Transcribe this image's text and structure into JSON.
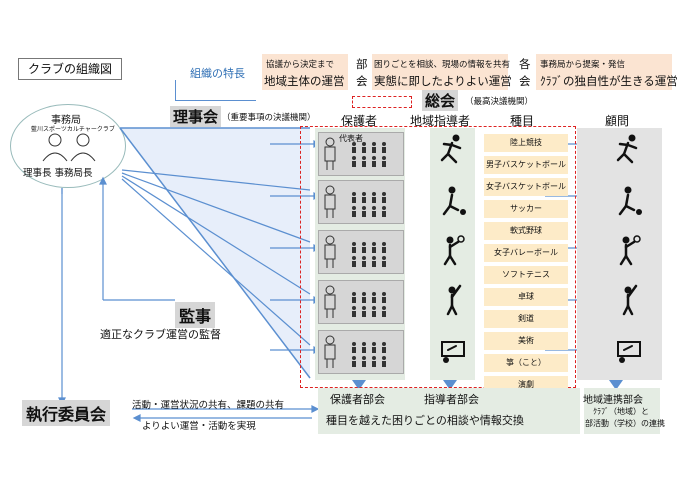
{
  "title": "クラブの組織図",
  "feature_label": "組織の特長",
  "features": [
    {
      "line1": "協議から決定まで",
      "line2": "地域主体の運営"
    },
    {
      "tag_top": "部",
      "tag_bottom": "会",
      "line1": "困りごとを相談、現場の情報を共有",
      "line2": "実態に即したよりよい運営"
    },
    {
      "tag_top": "各",
      "tag_bottom": "会",
      "line1": "事務局から提案・発信",
      "line2": "ｸﾗﾌﾞの独自性が生きる運営"
    }
  ],
  "office": {
    "title": "事務局",
    "subtitle": "藍川スポーツカルチャークラブ",
    "people": "理事長 事務局長"
  },
  "general_assembly": {
    "name": "総会",
    "note": "（最高決議機関）"
  },
  "board": {
    "name": "理事会",
    "note": "（重要事項の決議機関）"
  },
  "columns": {
    "guardians": "保護者",
    "coaches": "地域指導者",
    "events": "種目",
    "advisors": "顧問"
  },
  "representative_label": "代表者",
  "sports": [
    "陸上競技",
    "男子バスケットボール",
    "女子バスケットボール",
    "サッカー",
    "軟式野球",
    "女子バレーボール",
    "ソフトテニス",
    "卓球",
    "剣道",
    "美術",
    "箏（こと）",
    "演劇"
  ],
  "audit": {
    "name": "監事",
    "desc": "適正なクラブ運営の監督"
  },
  "exec": {
    "name": "執行委員会",
    "line1": "活動・運営状況の共有、課題の共有",
    "line2": "よりよい運営・活動を実現"
  },
  "subcommittees": {
    "guardians": "保護者部会",
    "coaches": "指導者部会",
    "regional": "地域連携部会"
  },
  "cross_text": "種目を越えた困りごとの相談や情報交換",
  "regional_text": {
    "line1": "ｸﾗﾌﾞ（地域）と",
    "line2": "部活動（学校）の連携"
  },
  "colors": {
    "blue": "#5b8fd0",
    "peach": "#fbe4d2",
    "green": "#e4ece3",
    "gray": "#d6d6d6",
    "sport": "#fdebc8",
    "red": "#d22222"
  }
}
